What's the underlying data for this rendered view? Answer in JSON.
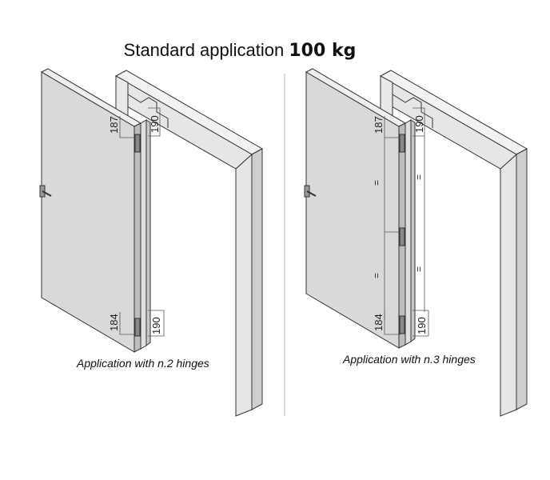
{
  "title": {
    "text": "Standard application",
    "weight": "100 kg"
  },
  "left_figure": {
    "caption": "Application with n.2 hinges",
    "dims": {
      "top_left": "187",
      "top_right": "190",
      "bottom_left": "184",
      "bottom_right": "190"
    }
  },
  "right_figure": {
    "caption": "Application with n.3 hinges",
    "dims": {
      "top_left": "187",
      "top_right": "190",
      "bottom_left": "184",
      "bottom_right": "190"
    },
    "equal_sign": "="
  },
  "colors": {
    "door_panel": "#d9d9d9",
    "frame": "#e6e6e6",
    "stroke": "#333333",
    "divider": "#bbbbbb"
  }
}
